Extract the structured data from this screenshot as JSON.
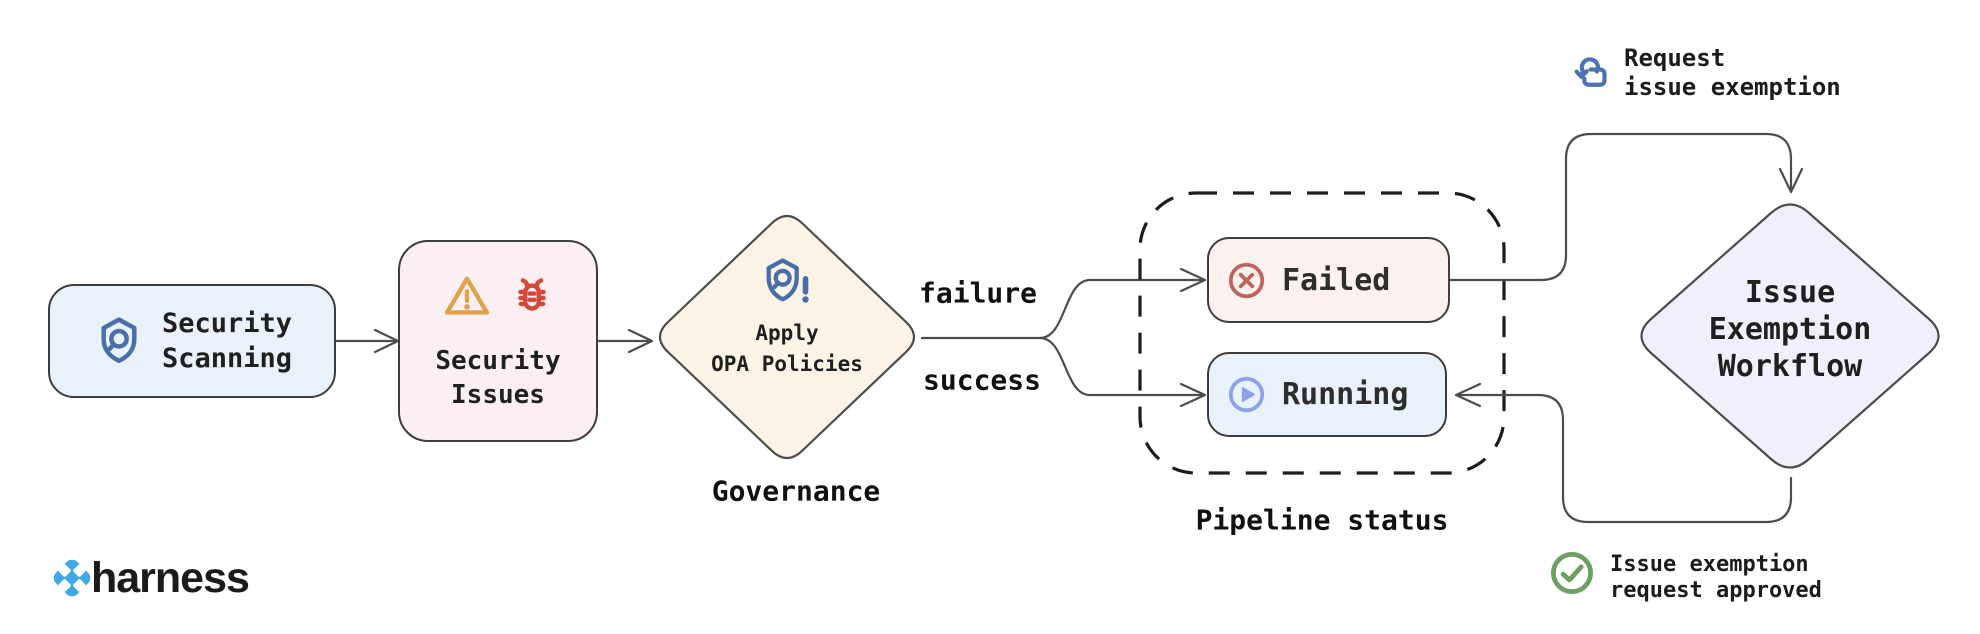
{
  "diagram": {
    "nodes": {
      "security_scanning": {
        "label": "Security\nScanning"
      },
      "security_issues": {
        "label": "Security\nIssues"
      },
      "apply_opa": {
        "label": "Apply\nOPA Policies",
        "caption": "Governance"
      },
      "failed": {
        "label": "Failed"
      },
      "running": {
        "label": "Running"
      },
      "issue_exemption": {
        "label": "Issue\nExemption\nWorkflow"
      }
    },
    "edges": {
      "failure_label": "failure",
      "success_label": "success"
    },
    "group": {
      "caption": "Pipeline status"
    },
    "annotations": {
      "request": "Request\nissue exemption",
      "approved": "Issue exemption\nrequest approved"
    },
    "brand": {
      "name": "harness"
    },
    "colors": {
      "wire": "#4c4c4c",
      "node_border": "#3d3d3d",
      "scanning_bg": "#e9f1fa",
      "issues_bg": "#fbeff4",
      "opa_bg": "#fbf3e6",
      "failed_bg": "#fbf1ee",
      "running_bg": "#e9f1fa",
      "exemption_bg": "#f1effb",
      "shield_blue": "#4a6fa8",
      "warning_orange": "#e2a14b",
      "bug_red": "#d4493a",
      "failed_icon_red": "#c06360",
      "running_icon_blue": "#8ba1e8",
      "request_icon_blue": "#4d74b0",
      "approved_icon_green": "#6d9e62",
      "brand_blue": "#41a9e8"
    }
  }
}
